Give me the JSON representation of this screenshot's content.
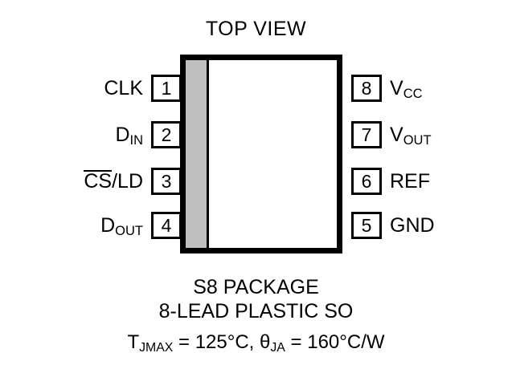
{
  "diagram": {
    "title": "TOP VIEW",
    "package": {
      "body_fill": "#ffffff",
      "body_stroke": "#000000",
      "pin1_bar_color": "#c0c0c0"
    },
    "pins_left": [
      {
        "number": "1",
        "label_main": "CLK",
        "label_sub": "",
        "overbar": ""
      },
      {
        "number": "2",
        "label_main": "D",
        "label_sub": "IN",
        "overbar": ""
      },
      {
        "number": "3",
        "label_main": "",
        "label_sub": "",
        "overbar": "CS",
        "label_tail": "/LD"
      },
      {
        "number": "4",
        "label_main": "D",
        "label_sub": "OUT",
        "overbar": ""
      }
    ],
    "pins_right": [
      {
        "number": "8",
        "label_main": "V",
        "label_sub": "CC"
      },
      {
        "number": "7",
        "label_main": "V",
        "label_sub": "OUT"
      },
      {
        "number": "6",
        "label_main": "REF",
        "label_sub": ""
      },
      {
        "number": "5",
        "label_main": "GND",
        "label_sub": ""
      }
    ],
    "caption_line_1": "S8 PACKAGE",
    "caption_line_2": "8-LEAD PLASTIC SO",
    "thermal": {
      "t_symbol": "T",
      "t_sub": "JMAX",
      "t_value": " = 125°C, ",
      "theta_symbol": "θ",
      "theta_sub": "JA",
      "theta_value": " = 160°C/W"
    }
  }
}
